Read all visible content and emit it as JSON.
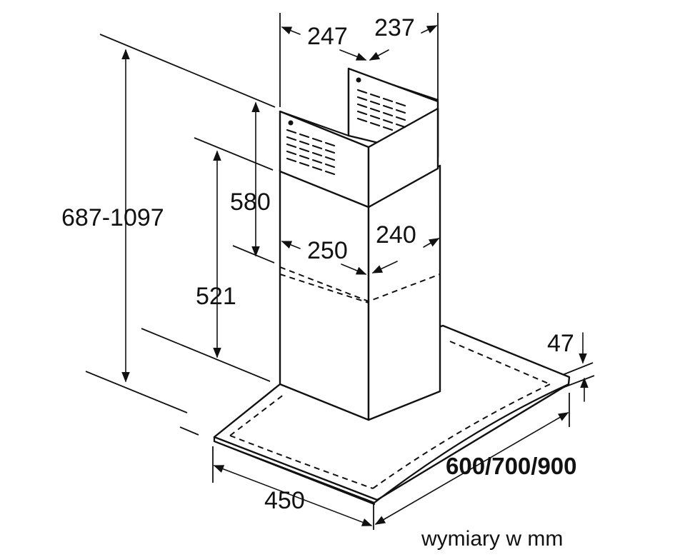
{
  "dimensions": {
    "top_left_depth": "247",
    "top_right_width": "237",
    "total_height": "687-1097",
    "upper_chimney_height": "580",
    "lower_chimney_height": "521",
    "lower_chimney_depth": "250",
    "lower_chimney_width": "240",
    "glass_thickness": "47",
    "hood_width": "600/700/900",
    "hood_depth": "450"
  },
  "caption": "wymiary w mm"
}
